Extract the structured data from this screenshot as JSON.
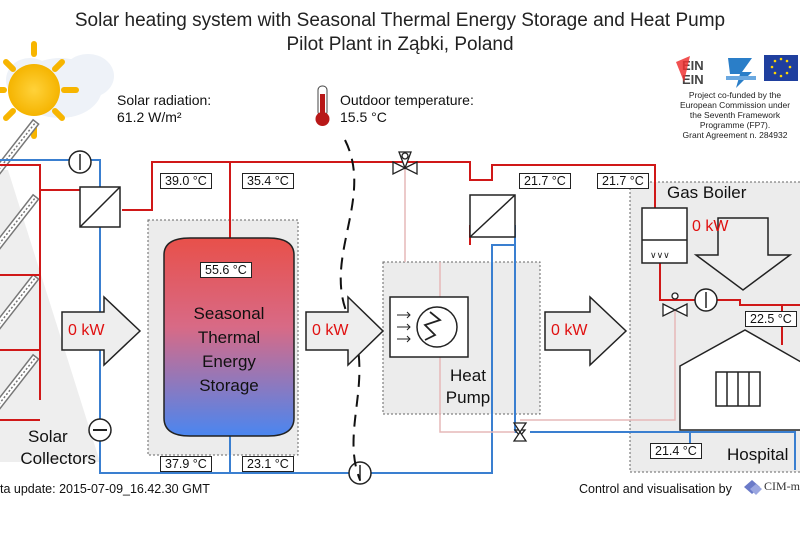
{
  "title_line1": "Solar heating system with Seasonal Thermal Energy Storage and Heat Pump",
  "title_line2": "Pilot Plant in Ząbki, Poland",
  "solar_radiation_label": "Solar radiation:",
  "solar_radiation_value": "61.2 W/m²",
  "outdoor_temp_label": "Outdoor temperature:",
  "outdoor_temp_value": "15.5 °C",
  "funding_text": [
    "Project co-funded by the",
    "European Commission under",
    "the Seventh Framework",
    "Programme (FP7).",
    "Grant Agreement n. 284932"
  ],
  "temps": {
    "collector_loop_supply": "39.0 °C",
    "storage_inlet": "35.4 °C",
    "storage_top": "55.6 °C",
    "storage_bottom_left": "37.9 °C",
    "storage_bottom_right": "23.1 °C",
    "hp_out_1": "21.7 °C",
    "hp_out_2": "21.7 °C",
    "hospital_supply": "22.5 °C",
    "hospital_return": "21.4 °C"
  },
  "power": {
    "collectors": "0 kW",
    "storage_to_hp": "0 kW",
    "hp_to_hospital": "0 kW",
    "gas_boiler": "0 kW"
  },
  "labels": {
    "storage_line1": "Seasonal",
    "storage_line2": "Thermal",
    "storage_line3": "Energy",
    "storage_line4": "Storage",
    "heat_pump_line1": "Heat",
    "heat_pump_line2": "Pump",
    "solar_line1": "Solar",
    "solar_line2": "Collectors",
    "gas_boiler": "Gas Boiler",
    "hospital": "Hospital"
  },
  "footer_update": "ta update: 2015-07-09_16.42.30 GMT",
  "footer_credit": "Control and visualisation by",
  "footer_logo_text": "CIM-mc",
  "colors": {
    "hot": "#d01818",
    "cold": "#3a7fd0",
    "kw_text": "#e01010"
  }
}
